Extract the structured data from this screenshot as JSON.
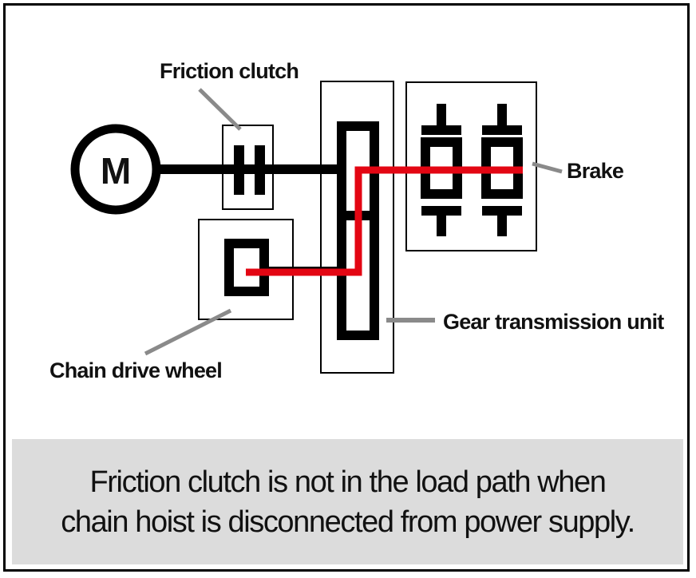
{
  "diagram": {
    "title": "Chain hoist drive train load path",
    "motor_symbol": "M",
    "labels": {
      "friction_clutch": "Friction clutch",
      "brake": "Brake",
      "gear_transmission_unit": "Gear transmission unit",
      "chain_drive_wheel": "Chain drive wheel"
    },
    "colors": {
      "load_path": "#e30613",
      "leader_lines": "#8a8a8a",
      "outline": "#000000",
      "caption_background": "#dcdcdc"
    },
    "components": [
      "Motor",
      "Friction clutch",
      "Gear transmission unit",
      "Brake",
      "Chain drive wheel"
    ],
    "load_path": [
      "Chain drive wheel",
      "Gear transmission unit",
      "Brake"
    ]
  },
  "caption": {
    "line1": "Friction clutch is not in the load path when",
    "line2": "chain hoist is disconnected from power supply."
  }
}
